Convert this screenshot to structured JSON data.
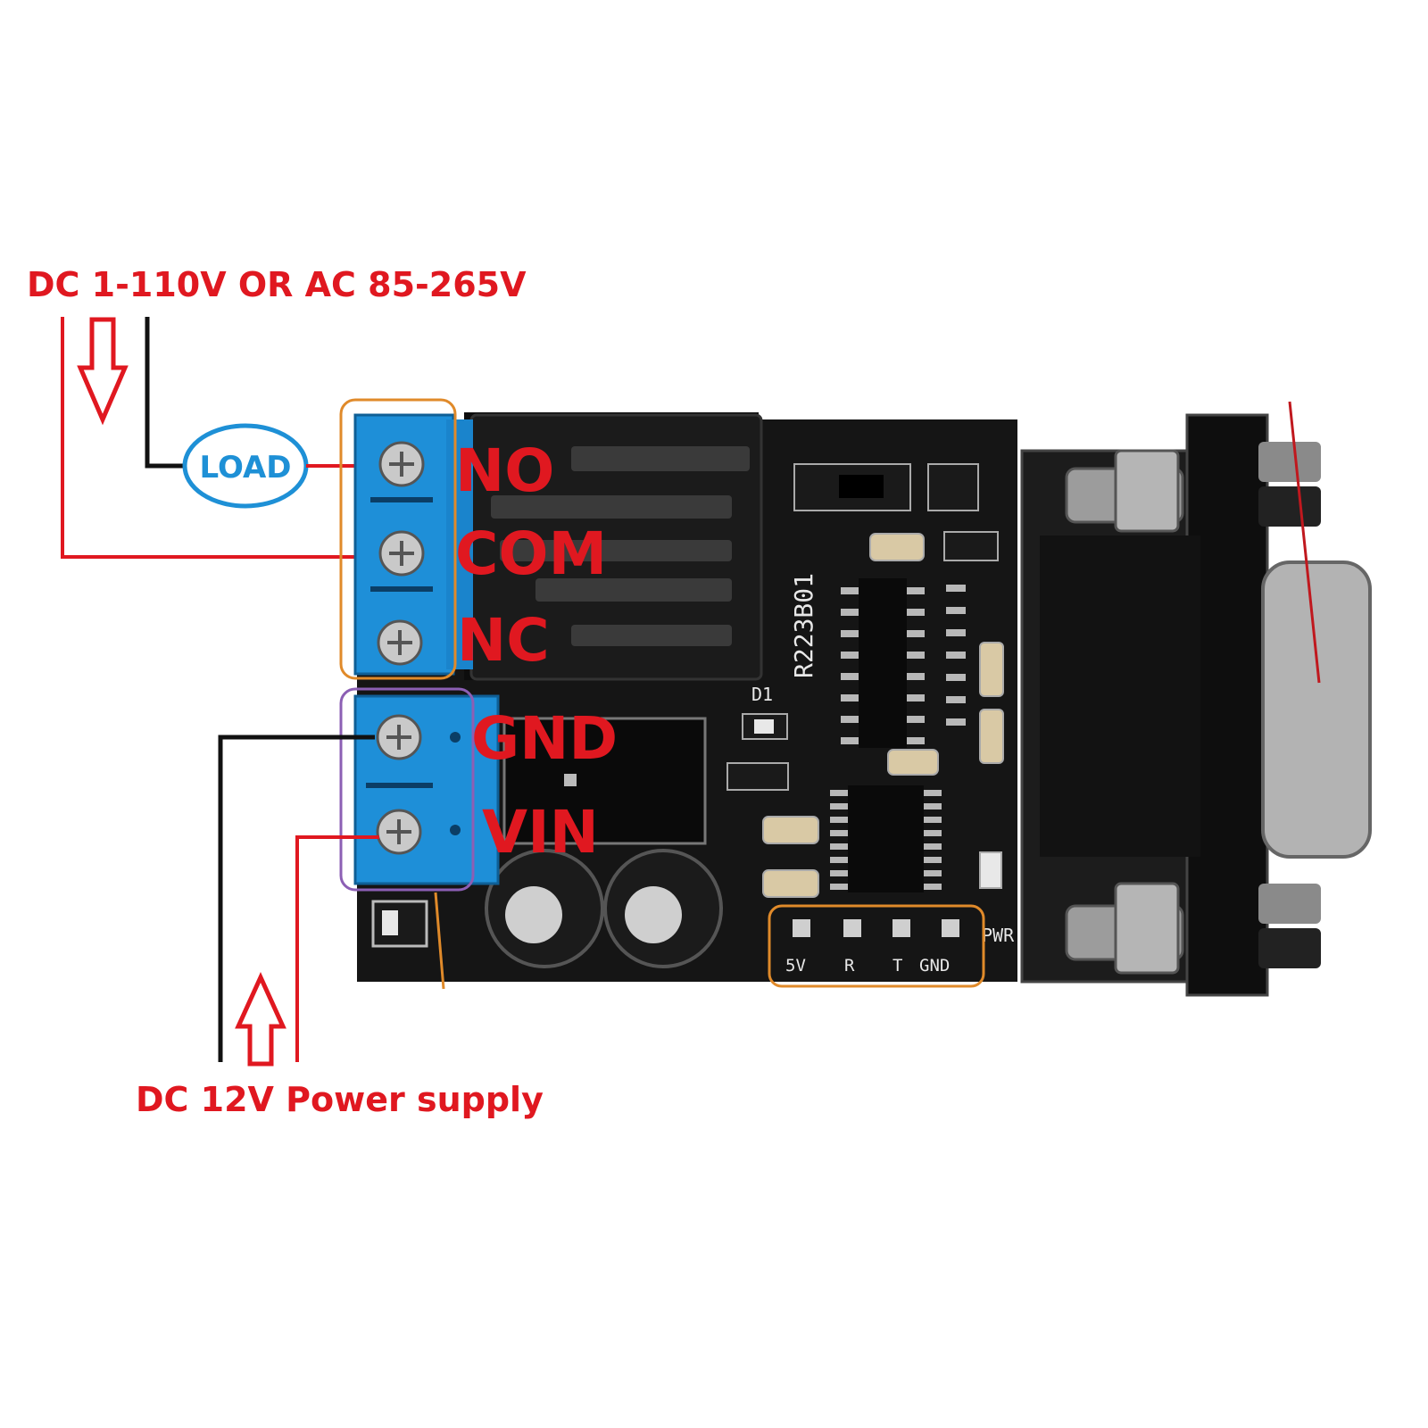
{
  "colors": {
    "annotation_red": "#e01820",
    "wire_black": "#111111",
    "load_blue": "#1e90d6",
    "terminal_blue": "#1e8fd8",
    "pcb_black": "#151515",
    "highlight_orange": "#e08a2a",
    "highlight_purple": "#8c5fb4"
  },
  "top_supply_label": "DC 1-110V OR AC 85-265V",
  "bottom_supply_label": "DC 12V Power supply",
  "load_label": "LOAD",
  "relay_terminals": {
    "no": "NO",
    "com": "COM",
    "nc": "NC"
  },
  "power_terminals": {
    "gnd": "GND",
    "vin": "VIN"
  },
  "board": {
    "model": "R223B01",
    "diode_label": "D1",
    "pwr_label": "PWR",
    "header_pins": [
      "5V",
      "R",
      "T",
      "GND"
    ]
  },
  "icons": [
    "down-arrow-icon",
    "up-arrow-icon",
    "screw-icon",
    "db9-connector"
  ]
}
